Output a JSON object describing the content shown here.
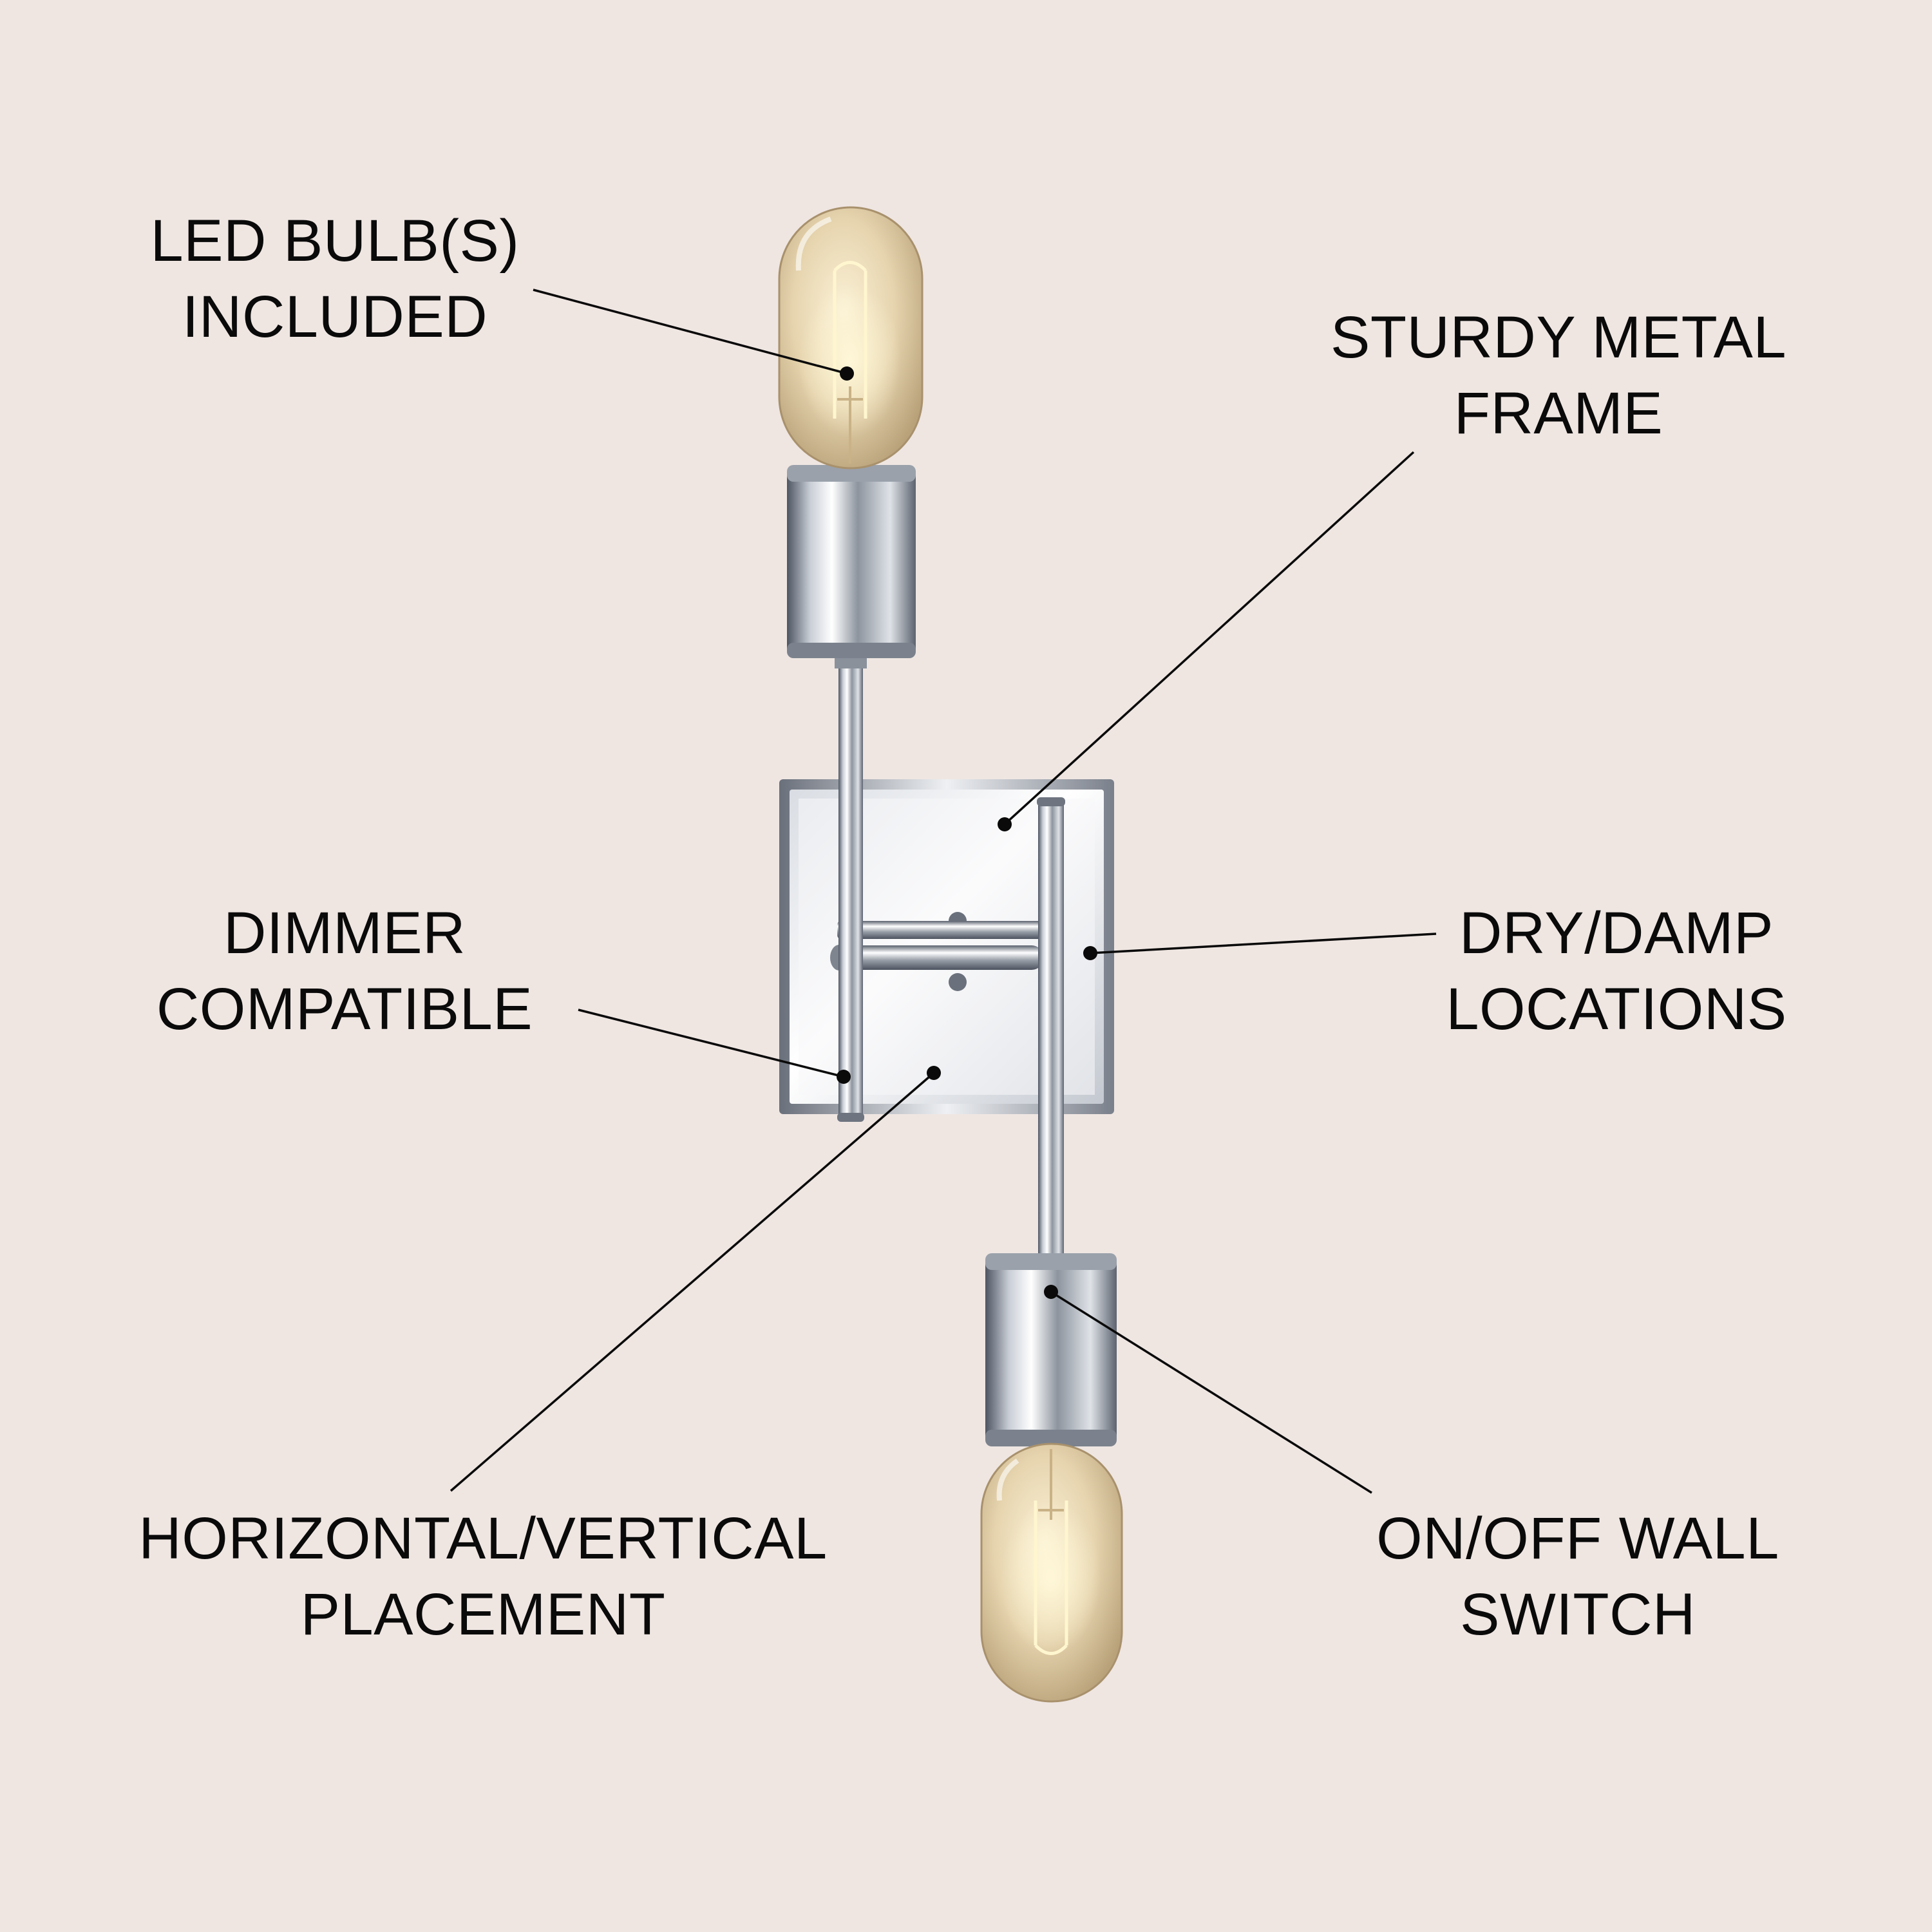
{
  "callouts": {
    "led_bulbs": {
      "line1": "LED BULB(S)",
      "line2": "INCLUDED"
    },
    "metal_frame": {
      "line1": "STURDY METAL",
      "line2": "FRAME"
    },
    "dimmer": {
      "line1": "DIMMER",
      "line2": "COMPATIBLE"
    },
    "locations": {
      "line1": "DRY/DAMP",
      "line2": "LOCATIONS"
    },
    "placement": {
      "line1": "HORIZONTAL/VERTICAL",
      "line2": "PLACEMENT"
    },
    "switch": {
      "line1": "ON/OFF WALL",
      "line2": "SWITCH"
    }
  },
  "colors": {
    "background": "#efe6e2",
    "text": "#0a0a0a",
    "chrome_light": "#f4f6f8",
    "chrome_mid": "#aeb4bc",
    "chrome_dark": "#5d6470",
    "bulb_glass": "#e8d9b8",
    "filament": "#fff3c4"
  }
}
